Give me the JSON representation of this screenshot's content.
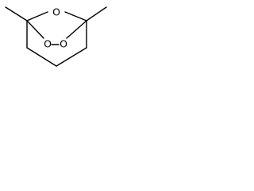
{
  "molecule": {
    "atoms": {
      "oxygen_bridge": "O",
      "oxygen_peroxide_left": "O",
      "oxygen_peroxide_right": "O"
    }
  }
}
